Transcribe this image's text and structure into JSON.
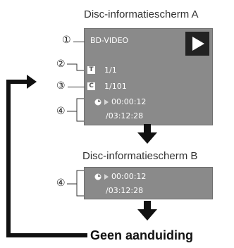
{
  "screen_a": {
    "title": "Disc-informatiescherm A",
    "disc_type": "BD-VIDEO",
    "title_value": "1/1",
    "chapter_value": "1/101",
    "elapsed": "00:00:12",
    "total": "/03:12:28",
    "title_icon": "T",
    "chapter_icon": "C",
    "play_icon": "play-triangle-icon",
    "clock_icon": "clock-icon"
  },
  "screen_b": {
    "title": "Disc-informatiescherm B",
    "elapsed": "00:00:12",
    "total": "/03:12:28"
  },
  "markers": {
    "m1": "①",
    "m2": "②",
    "m3": "③",
    "m4": "④"
  },
  "footer": {
    "no_display": "Geen aanduiding"
  },
  "colors": {
    "screen_bg": "#8a8a8a",
    "text_on_screen": "#ffffff",
    "arrow": "#111111"
  }
}
